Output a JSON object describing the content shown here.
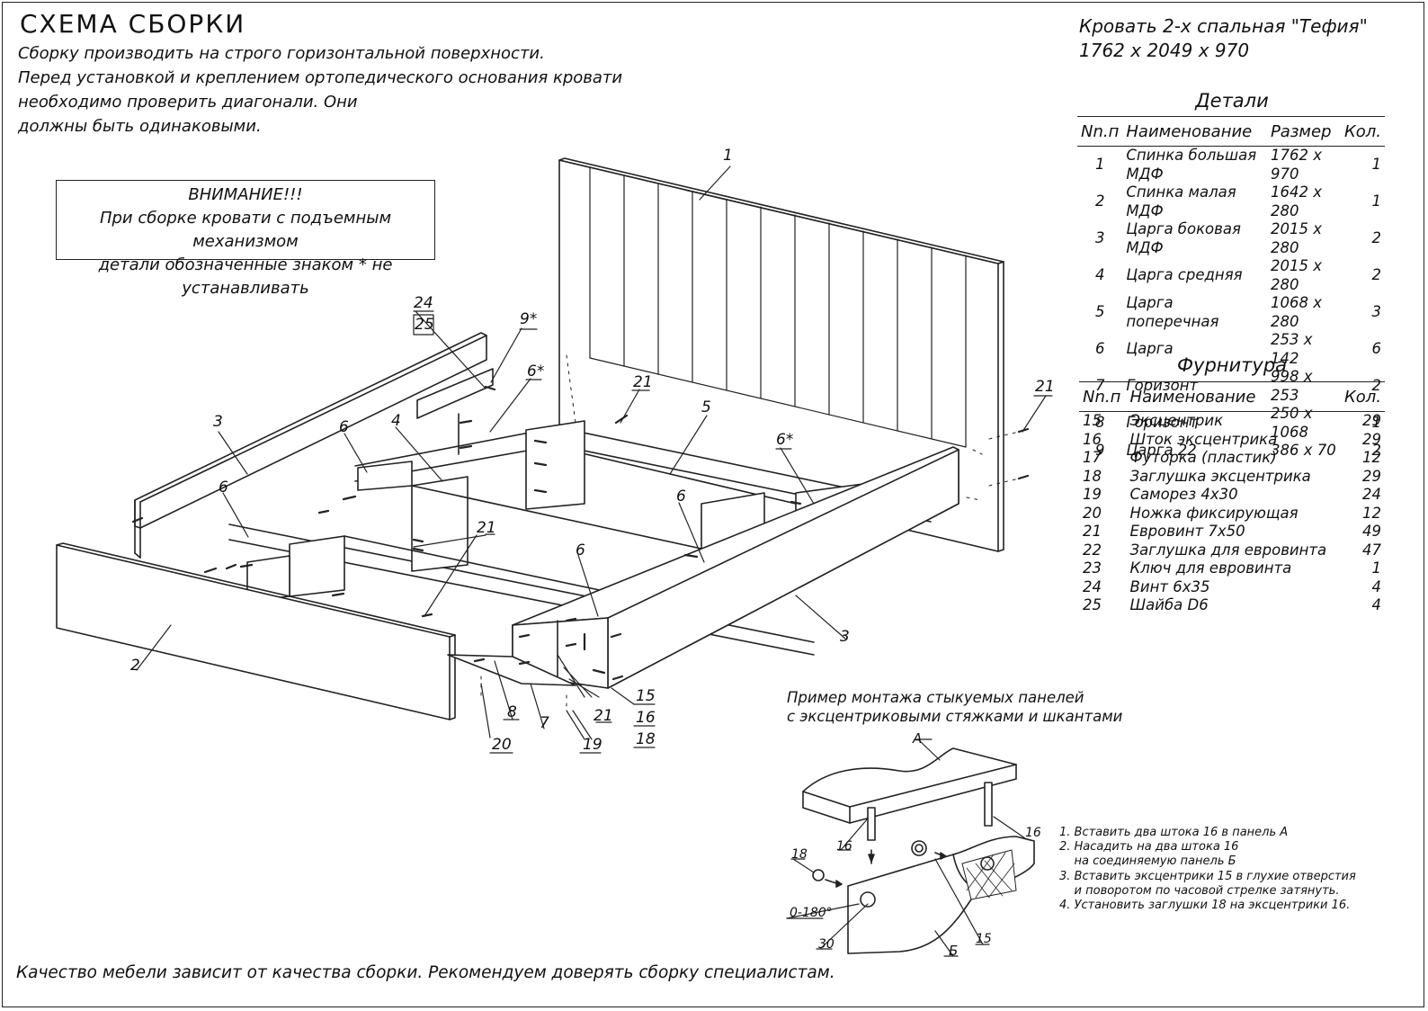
{
  "title": "СХЕМА СБОРКИ",
  "intro": [
    "Сборку производить на строго горизонтальной поверхности.",
    "Перед установкой и креплением ортопедического основания кровати",
    "необходимо проверить диагонали. Они",
    "должны быть одинаковыми."
  ],
  "warning": [
    "ВНИМАНИЕ!!!",
    "При сборке кровати с подъемным механизмом",
    "детали обозначенные знаком * не устанавливать"
  ],
  "product": {
    "name": "Кровать 2-х спальная \"Тефия\"",
    "size": "1762 x 2049 x 970"
  },
  "details": {
    "heading": "Детали",
    "columns": [
      "Nn.п",
      "Наименование",
      "Размер",
      "Кол."
    ],
    "rows": [
      [
        "1",
        "Спинка большая МДФ",
        "1762 x 970",
        "1"
      ],
      [
        "2",
        "Спинка малая МДФ",
        "1642 x 280",
        "1"
      ],
      [
        "3",
        "Царга боковая МДФ",
        "2015 x 280",
        "2"
      ],
      [
        "4",
        "Царга средняя",
        "2015 x 280",
        "2"
      ],
      [
        "5",
        "Царга поперечная",
        "1068 x 280",
        "3"
      ],
      [
        "6",
        "Царга",
        "253 x 142",
        "6"
      ],
      [
        "7",
        "Горизонт",
        "998 x 253",
        "2"
      ],
      [
        "8",
        "Горизонт",
        "250 x 1068",
        "1"
      ],
      [
        "9",
        "Царга 22",
        "386 x 70",
        "2"
      ]
    ]
  },
  "fittings": {
    "heading": "Фурнитура",
    "columns": [
      "Nn.п",
      "Наименование",
      "Кол."
    ],
    "rows": [
      [
        "15",
        "Эксцентрик",
        "29"
      ],
      [
        "16",
        "Шток эксцентрика",
        "29"
      ],
      [
        "17",
        "Футорка (пластик)",
        "12"
      ],
      [
        "18",
        "Заглушка эксцентрика",
        "29"
      ],
      [
        "19",
        "Саморез 4х30",
        "24"
      ],
      [
        "20",
        "Ножка фиксирующая",
        "12"
      ],
      [
        "21",
        "Евровинт 7х50",
        "49"
      ],
      [
        "22",
        "Заглушка для евровинта",
        "47"
      ],
      [
        "23",
        "Ключ для евровинта",
        "1"
      ],
      [
        "24",
        "Винт 6х35",
        "4"
      ],
      [
        "25",
        "Шайба D6",
        "4"
      ]
    ]
  },
  "example_title": [
    "Пример монтажа стыкуемых панелей",
    "с эксцентриковыми стяжками и шкантами"
  ],
  "steps": [
    "1. Вставить два штока 16 в панель А",
    "2. Насадить на два штока 16",
    "    на соединяемую панель Б",
    "3. Вставить эксцентрики 15 в глухие отверстия",
    "    и поворотом по часовой стрелке затянуть.",
    "4. Установить заглушки 18 на эксцентрики 16."
  ],
  "callouts": {
    "c1": "1",
    "c2": "2",
    "c3a": "3",
    "c3b": "3",
    "c4": "4",
    "c5": "5",
    "c6a": "6",
    "c6b": "6",
    "c6c": "6",
    "c6d": "6*",
    "c6e": "6*",
    "c6f": "6",
    "c7": "7",
    "c8": "8",
    "c9": "9*",
    "c15": "15",
    "c16": "16",
    "c18": "18",
    "c19": "19",
    "c20": "20",
    "c21a": "21",
    "c21b": "21",
    "c21c": "21",
    "c21d": "21",
    "c24": "24",
    "c25": "25"
  },
  "example_labels": {
    "a": "А",
    "b": "Б",
    "n16a": "16",
    "n16b": "16",
    "n18": "18",
    "n15": "15",
    "angle": "0-180°",
    "n30": "30"
  },
  "footer": "Качество мебели зависит от качества сборки. Рекомендуем доверять сборку специалистам."
}
